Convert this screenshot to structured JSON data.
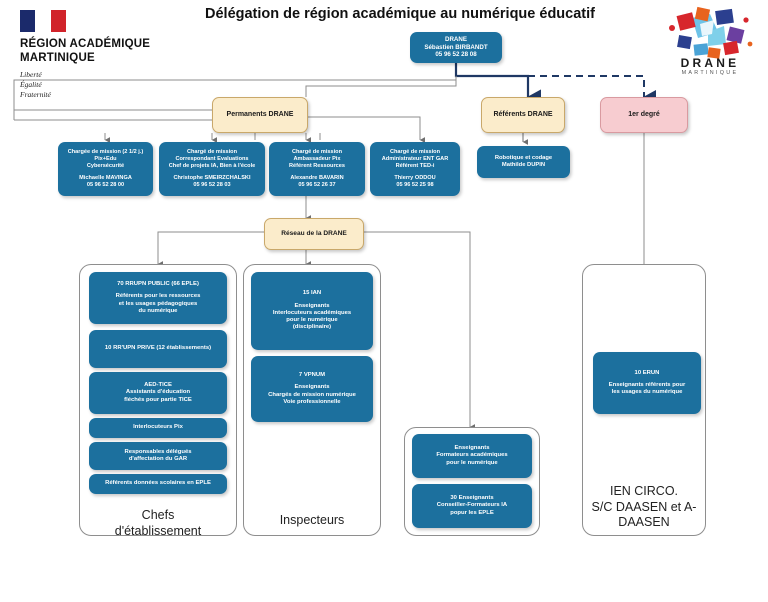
{
  "header": {
    "title": "Délégation de région académique au numérique éducatif",
    "region_logo": {
      "line1": "RÉGION ACADÉMIQUE",
      "line2": "MARTINIQUE",
      "motto1": "Liberté",
      "motto2": "Égalité",
      "motto3": "Fraternité"
    },
    "drane_logo": {
      "word": "DRANE",
      "sub": "MARTINIQUE"
    }
  },
  "nodes": {
    "root": {
      "title": "DRANE",
      "name": "Sébastien BIRBANDT",
      "phone": "05 96 52 28 08"
    },
    "permanents": {
      "label": "Permanents DRANE"
    },
    "referents_drane": {
      "label": "Référents DRANE"
    },
    "premier_degre": {
      "label": "1er degré"
    },
    "robotique": {
      "line1": "Robotique et codage",
      "line2": "Mathilde DUPIN"
    },
    "reseau": {
      "label": "Réseau de la DRANE"
    },
    "permanents_children": [
      {
        "role1": "Chargée de mission (2 1/2 j.)",
        "role2": "Pix+Edu",
        "role3": "Cybersécurité",
        "name": "Michaelle MAVINGA",
        "phone": "05 96 52 28 00"
      },
      {
        "role1": "Chargé de mission",
        "role2": "Correspondant Evaluations",
        "role3": "Chef de projets IA, Bien à l'école",
        "name": "Christophe SMEIRZCHALSKI",
        "phone": "05 96 52 28 03"
      },
      {
        "role1": "Chargé de mission",
        "role2": "Ambassadeur Pix",
        "role3": "Référent Ressources",
        "name": "Alexandre BAVARIN",
        "phone": "05 96 52 26 37"
      },
      {
        "role1": "Chargé de mission",
        "role2": "Administrateur ENT GAR",
        "role3": "Référent TED-i",
        "name": "Thierry ODDOU",
        "phone": "05 96 52 25 98"
      }
    ]
  },
  "groups": {
    "chefs": {
      "label1": "Chefs",
      "label2": "d'établissement",
      "items": [
        {
          "head": "70 RRUPN PUBLIC (66 EPLE)",
          "l1": "Référents pour les ressources",
          "l2": "et les usages pédagogiques",
          "l3": "du numérique"
        },
        {
          "head": "10 RR'UPN PRIVE (12 établissements)",
          "l1": "",
          "l2": "",
          "l3": ""
        },
        {
          "head": "AED-TICE",
          "l1": "Assistants d'éducation",
          "l2": "fléchés pour partie TICE",
          "l3": ""
        },
        {
          "head": "Interlocuteurs Pix",
          "l1": "",
          "l2": "",
          "l3": ""
        },
        {
          "head": "Responsables délégués",
          "l1": "d'affectation du GAR",
          "l2": "",
          "l3": ""
        },
        {
          "head": "Référents données scolaires en EPLE",
          "l1": "",
          "l2": "",
          "l3": ""
        }
      ]
    },
    "inspecteurs": {
      "label1": "Inspecteurs",
      "label2": "",
      "items": [
        {
          "head": "15 IAN",
          "l1": "Enseignants",
          "l2": "Interlocuteurs académiques",
          "l3": "pour le numérique",
          "l4": "(disciplinaire)"
        },
        {
          "head": "7 VPNUM",
          "l1": "Enseignants",
          "l2": "Chargés de mission numérique",
          "l3": "Voie professionnelle",
          "l4": ""
        }
      ]
    },
    "formateurs": {
      "label1": "",
      "label2": "",
      "items": [
        {
          "head": "Enseignants",
          "l1": "Formateurs académiques",
          "l2": "pour le numérique",
          "l3": ""
        },
        {
          "head": "30 Enseignants",
          "l1": "Conseiller-Formateurs IA",
          "l2": "popur les EPLE",
          "l3": ""
        }
      ]
    },
    "ien": {
      "label1": "IEN CIRCO.",
      "label2": "S/C DAASEN et A-DAASEN",
      "items": [
        {
          "head": "10 ERUN",
          "l1": "Enseignants référents pour",
          "l2": "les usages du numérique",
          "l3": ""
        }
      ]
    }
  },
  "colors": {
    "blue_box": "#1c709e",
    "cream_box": "#fbeccb",
    "pink_box": "#f7ccd0",
    "connector": "#8e8e8e",
    "connector_dark": "#1f3864"
  }
}
